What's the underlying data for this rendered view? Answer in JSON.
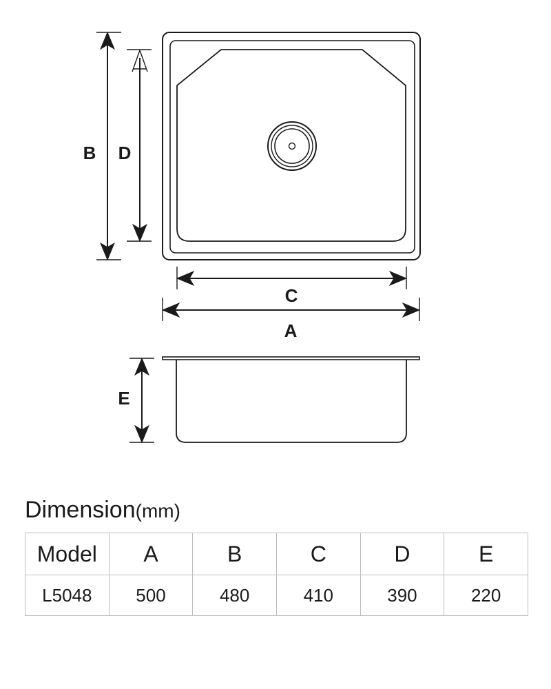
{
  "diagram": {
    "labels": {
      "A": "A",
      "B": "B",
      "C": "C",
      "D": "D",
      "E": "E"
    }
  },
  "dimension_title": {
    "text": "Dimension",
    "unit": "(mm)"
  },
  "table": {
    "headers": [
      "Model",
      "A",
      "B",
      "C",
      "D",
      "E"
    ],
    "rows": [
      [
        "L5048",
        "500",
        "480",
        "410",
        "390",
        "220"
      ]
    ]
  }
}
